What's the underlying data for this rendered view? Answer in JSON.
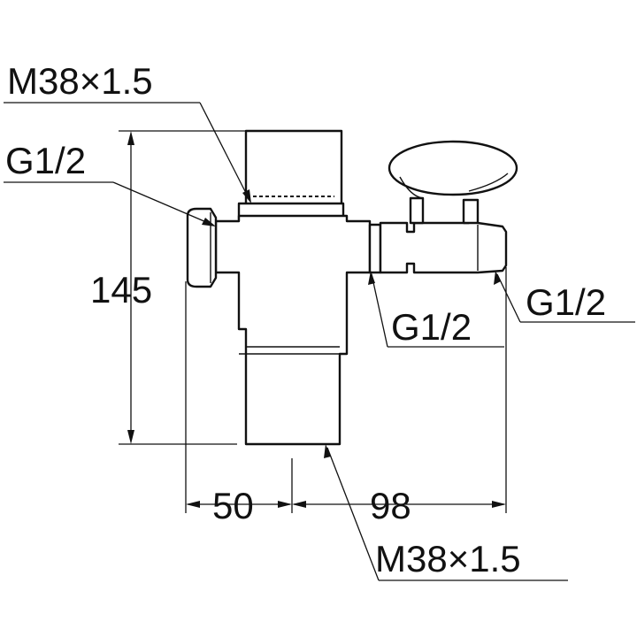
{
  "labels": {
    "top_thread": "M38×1.5",
    "left_inlet": "G1/2",
    "height": "145",
    "middle_outlet": "G1/2",
    "right_outlet": "G1/2",
    "left_width": "50",
    "right_width": "98",
    "bottom_thread": "M38×1.5"
  }
}
